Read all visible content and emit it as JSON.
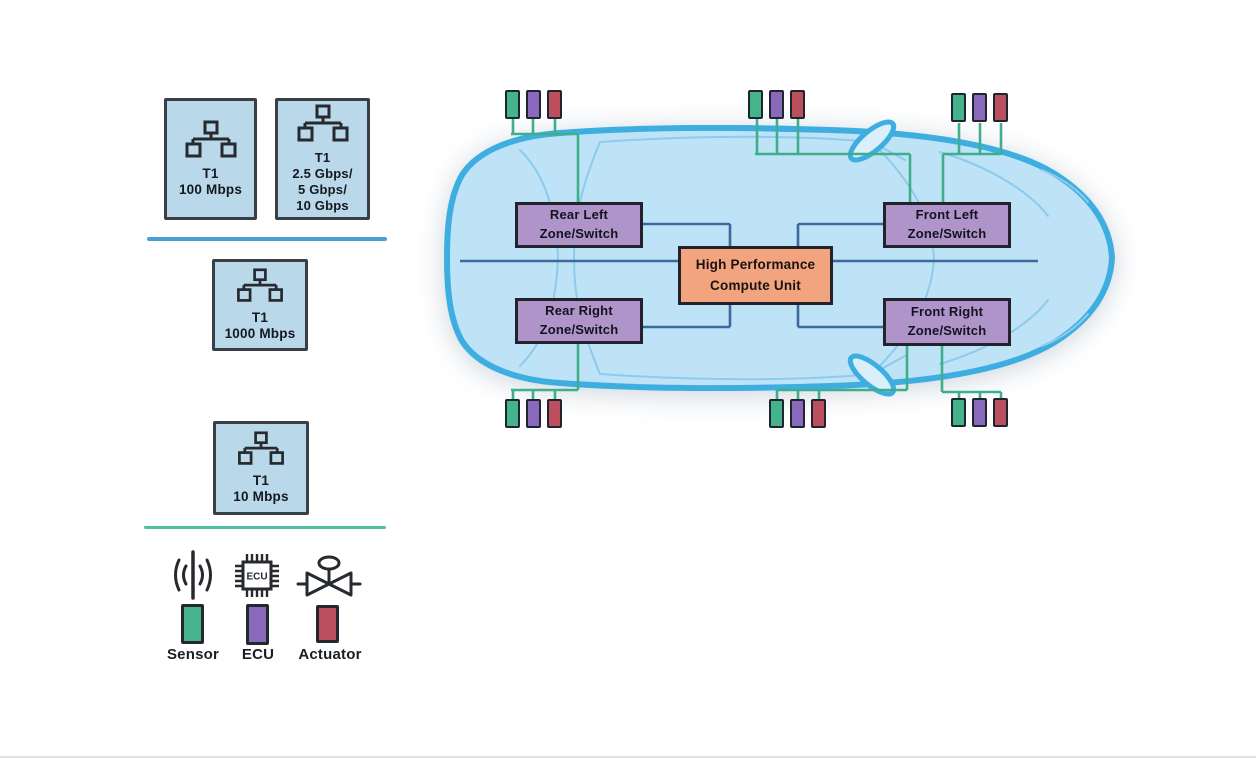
{
  "legend": {
    "t1_boxes": [
      {
        "label": "T1\n100 Mbps"
      },
      {
        "label": "T1\n2.5 Gbps/\n5 Gbps/\n10 Gbps"
      },
      {
        "label": "T1\n1000 Mbps"
      },
      {
        "label": "T1\n10 Mbps"
      }
    ],
    "devices": [
      {
        "label": "Sensor",
        "color": "#45B48C"
      },
      {
        "label": "ECU",
        "color": "#8A68BC"
      },
      {
        "label": "Actuator",
        "color": "#BC4F5E"
      }
    ],
    "ecu_chip_text": "ECU",
    "divider_colors": {
      "top": "#4A9FD4",
      "bottom": "#52BFA0"
    }
  },
  "car": {
    "zones": {
      "rear_left": "Rear Left\nZone/Switch",
      "rear_right": "Rear Right\nZone/Switch",
      "front_left": "Front Left\nZone/Switch",
      "front_right": "Front Right\nZone/Switch"
    },
    "hpcu": "High Performance\nCompute Unit",
    "clusters": [
      {
        "position": "rear-left-outboard",
        "devices": [
          "sensor",
          "ecu",
          "actuator"
        ],
        "connects_to": "Rear Left Zone/Switch"
      },
      {
        "position": "front-left-mid",
        "devices": [
          "sensor",
          "ecu",
          "actuator"
        ],
        "connects_to": "Front Left Zone/Switch"
      },
      {
        "position": "front-left-outboard",
        "devices": [
          "sensor",
          "ecu",
          "actuator"
        ],
        "connects_to": "Front Left Zone/Switch"
      },
      {
        "position": "rear-right-outboard",
        "devices": [
          "sensor",
          "ecu",
          "actuator"
        ],
        "connects_to": "Rear Right Zone/Switch"
      },
      {
        "position": "front-right-mid",
        "devices": [
          "sensor",
          "ecu",
          "actuator"
        ],
        "connects_to": "Front Right Zone/Switch"
      },
      {
        "position": "front-right-outboard",
        "devices": [
          "sensor",
          "ecu",
          "actuator"
        ],
        "connects_to": "Front Right Zone/Switch"
      }
    ],
    "colors": {
      "zone_box": "#AE94C9",
      "compute_box": "#F2A47E",
      "backbone_wire": "#3A6B9B",
      "edge_wire": "#3FAE8C",
      "car_outline": "#3EAEE0",
      "car_fill": "#BEE3F6"
    }
  }
}
